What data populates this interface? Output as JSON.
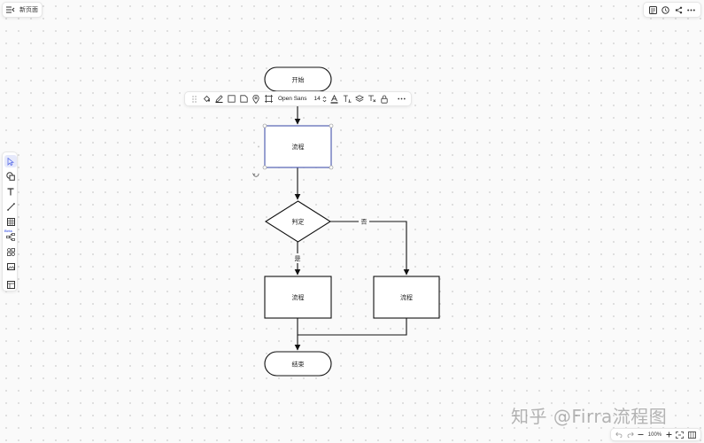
{
  "page": {
    "title": "新页面"
  },
  "toolbar": {
    "font_family": "Open Sans",
    "font_size": "14"
  },
  "flowchart": {
    "start": "开始",
    "process_1": "流程",
    "decision": "判定",
    "yes": "是",
    "no": "否",
    "process_2": "流程",
    "process_3": "流程",
    "end": "结束"
  },
  "zoom": {
    "level": "100%"
  },
  "watermark": {
    "text": "知乎 @Firra流程图"
  },
  "colors": {
    "selection": "#5a6ee8",
    "stroke": "#111111",
    "active_tool_bg": "#e6e9fb"
  },
  "icons": {
    "top_left": [
      "menu-collapse-icon"
    ],
    "top_right": [
      "outline-icon",
      "history-icon",
      "share-icon",
      "more-icon"
    ],
    "left_bar": [
      "select-icon",
      "shapes-icon",
      "text-icon",
      "line-icon",
      "table-icon",
      "mindmap-icon",
      "components-icon",
      "image-icon",
      "template-icon"
    ],
    "toolbar": [
      "drag-handle-icon",
      "fill-icon",
      "stroke-color-icon",
      "border-style-icon",
      "shape-style-icon",
      "link-icon",
      "frame-icon",
      "font-color-icon",
      "text-format-icon",
      "layer-icon",
      "clear-format-icon",
      "lock-icon",
      "more-icon"
    ],
    "bottom_right": [
      "undo-icon",
      "redo-icon",
      "zoom-out-icon",
      "zoom-in-icon",
      "fit-icon",
      "minimap-icon"
    ]
  }
}
